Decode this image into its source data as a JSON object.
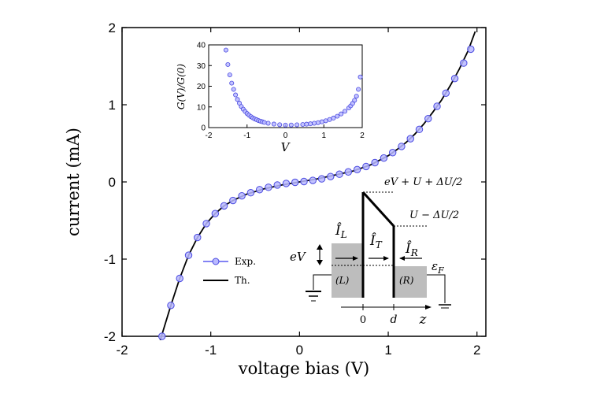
{
  "chart_data": [
    {
      "type": "scatter",
      "xlabel": "voltage bias (V)",
      "ylabel": "current (mA)",
      "xlim": [
        -2,
        2.1
      ],
      "ylim": [
        -2,
        2
      ],
      "x_ticks": [
        "-2",
        "-1",
        "0",
        "1",
        "2"
      ],
      "y_ticks": [
        "-2",
        "-1",
        "0",
        "1",
        "2"
      ],
      "grid": false,
      "legend_position": "lower-left",
      "series": [
        {
          "name": "Exp.",
          "marker": "open-circle",
          "color": "#5a5af0",
          "x": [
            -1.55,
            -1.45,
            -1.35,
            -1.25,
            -1.15,
            -1.05,
            -0.95,
            -0.85,
            -0.75,
            -0.65,
            -0.55,
            -0.45,
            -0.35,
            -0.25,
            -0.15,
            -0.05,
            0.05,
            0.15,
            0.25,
            0.35,
            0.45,
            0.55,
            0.65,
            0.75,
            0.85,
            0.95,
            1.05,
            1.15,
            1.25,
            1.35,
            1.45,
            1.55,
            1.65,
            1.75,
            1.85,
            1.93
          ],
          "y": [
            -2.0,
            -1.6,
            -1.25,
            -0.95,
            -0.72,
            -0.54,
            -0.41,
            -0.31,
            -0.24,
            -0.18,
            -0.14,
            -0.1,
            -0.07,
            -0.04,
            -0.02,
            -0.005,
            0.005,
            0.02,
            0.04,
            0.07,
            0.1,
            0.13,
            0.16,
            0.2,
            0.25,
            0.31,
            0.38,
            0.46,
            0.56,
            0.68,
            0.82,
            0.98,
            1.15,
            1.34,
            1.54,
            1.72
          ]
        },
        {
          "name": "Th.",
          "type": "line",
          "color": "#000000",
          "x": [
            -1.57,
            -1.45,
            -1.35,
            -1.25,
            -1.15,
            -1.05,
            -0.95,
            -0.85,
            -0.75,
            -0.6,
            -0.4,
            -0.2,
            0,
            0.2,
            0.4,
            0.6,
            0.8,
            1.0,
            1.1,
            1.2,
            1.3,
            1.4,
            1.5,
            1.6,
            1.7,
            1.8,
            1.9,
            1.98
          ],
          "y": [
            -2.05,
            -1.6,
            -1.25,
            -0.95,
            -0.72,
            -0.54,
            -0.41,
            -0.31,
            -0.24,
            -0.16,
            -0.09,
            -0.04,
            0,
            0.04,
            0.09,
            0.14,
            0.22,
            0.34,
            0.42,
            0.51,
            0.62,
            0.75,
            0.9,
            1.06,
            1.25,
            1.46,
            1.7,
            1.95
          ]
        }
      ]
    },
    {
      "type": "scatter",
      "xlabel": "V",
      "ylabel": "G(V)/G(0)",
      "xlim": [
        -2,
        2
      ],
      "ylim": [
        0,
        40
      ],
      "x_ticks": [
        "-2",
        "-1",
        "0",
        "1",
        "2"
      ],
      "y_ticks": [
        "0",
        "10",
        "20",
        "30",
        "40"
      ],
      "series": [
        {
          "marker": "open-circle",
          "color": "#5a5af0",
          "x": [
            -1.55,
            -1.5,
            -1.45,
            -1.4,
            -1.35,
            -1.3,
            -1.25,
            -1.2,
            -1.15,
            -1.1,
            -1.05,
            -1.0,
            -0.95,
            -0.9,
            -0.85,
            -0.8,
            -0.75,
            -0.7,
            -0.65,
            -0.6,
            -0.55,
            -0.45,
            -0.3,
            -0.15,
            0.0,
            0.15,
            0.3,
            0.45,
            0.55,
            0.65,
            0.75,
            0.85,
            0.95,
            1.05,
            1.15,
            1.25,
            1.35,
            1.45,
            1.55,
            1.65,
            1.7,
            1.75,
            1.8,
            1.85,
            1.9,
            1.95
          ],
          "y": [
            37.5,
            30.5,
            25.5,
            21.5,
            18.5,
            15.8,
            13.6,
            11.8,
            10.2,
            8.9,
            7.8,
            6.8,
            6.0,
            5.3,
            4.7,
            4.2,
            3.8,
            3.4,
            3.1,
            2.8,
            2.5,
            2.1,
            1.7,
            1.4,
            1.2,
            1.25,
            1.35,
            1.5,
            1.65,
            1.85,
            2.1,
            2.4,
            2.8,
            3.3,
            3.9,
            4.6,
            5.5,
            6.6,
            7.9,
            9.5,
            10.5,
            11.7,
            13.2,
            15.2,
            18.5,
            24.5
          ]
        }
      ]
    }
  ],
  "schematic": {
    "top_label": "eV + U + ΔU/2",
    "right_label": "U − ΔU/2",
    "i_left": "Î",
    "i_left_sub": "L",
    "i_mid": "Î",
    "i_mid_sub": "T",
    "i_right": "Î",
    "i_right_sub": "R",
    "ev_label": "eV",
    "ef_label": "ε",
    "ef_sub": "F",
    "left_region": "(L)",
    "right_region": "(R)",
    "z0": "0",
    "zd": "d",
    "z_axis": "z"
  }
}
